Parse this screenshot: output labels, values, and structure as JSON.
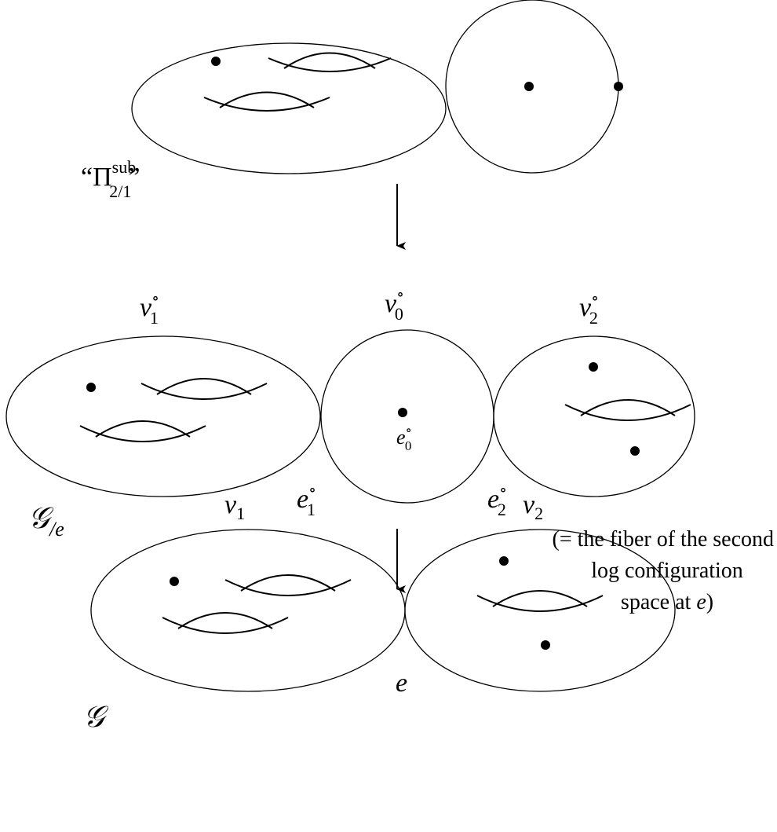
{
  "labels": {
    "pi_label": "“Π",
    "pi_sup": "sub",
    "pi_sub": "2/1",
    "pi_close": "”",
    "v1_circ_base": "v",
    "v1_circ_sub": "1",
    "v0_circ_base": "v",
    "v0_circ_sub": "0",
    "v2_circ_base": "v",
    "v2_circ_sub": "2",
    "e0_circ_base": "e",
    "e0_circ_sub": "0",
    "e1_circ_base": "e",
    "e1_circ_sub": "1",
    "e2_circ_base": "e",
    "e2_circ_sub": "2",
    "circ_mark": "∘",
    "g_quot_base": "𝒢",
    "g_quot_sub": "/e",
    "v1_base": "v",
    "v1_sub": "1",
    "v2_base": "v",
    "v2_sub": "2",
    "e_label": "e",
    "g_label": "𝒢"
  },
  "note": {
    "line1": "(= the fiber of the second",
    "line2": "log configuration",
    "line3_prefix": "space at ",
    "line3_var": "e",
    "line3_suffix": ")"
  }
}
